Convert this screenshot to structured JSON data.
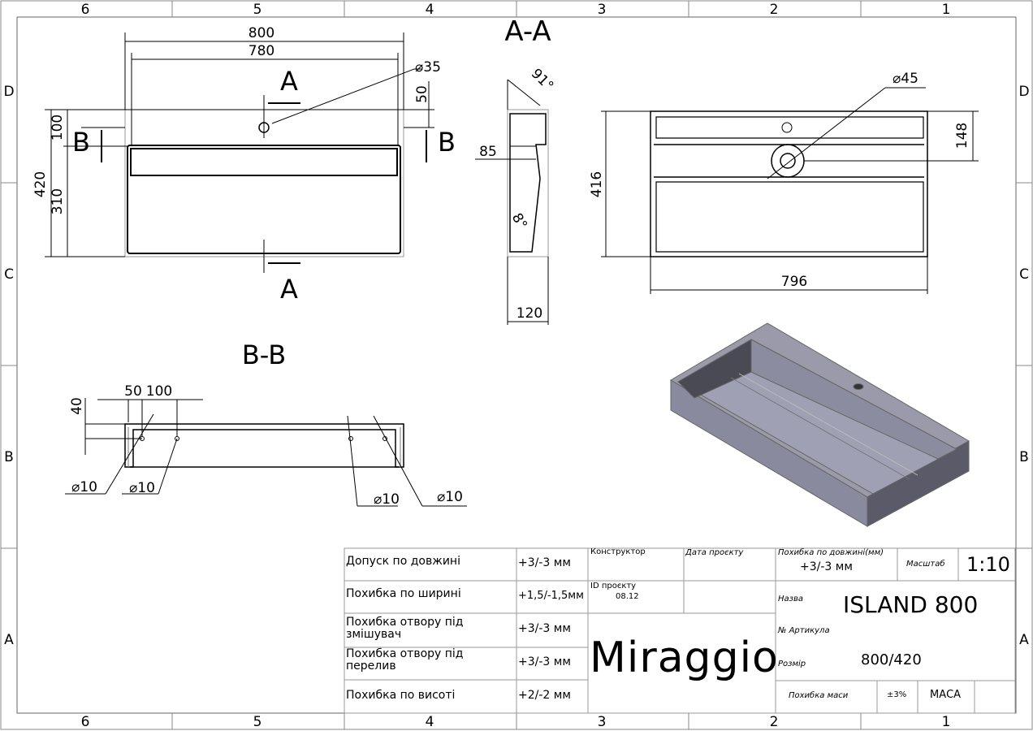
{
  "zones": {
    "cols": [
      "6",
      "5",
      "4",
      "3",
      "2",
      "1"
    ],
    "rows": [
      "D",
      "C",
      "B",
      "A"
    ]
  },
  "views": {
    "section_aa": "A-A",
    "section_bb": "B-B",
    "cut_a_top": "A",
    "cut_a_bottom": "A",
    "cut_b_left": "B",
    "cut_b_right": "B"
  },
  "dims": {
    "front": {
      "w_outer": "800",
      "w_inner": "780",
      "hole": "⌀35",
      "d50": "50",
      "d100": "100",
      "h420": "420",
      "h310": "310"
    },
    "side": {
      "angle_top": "91°",
      "d85": "85",
      "angle_bottom": "8°",
      "w120": "120"
    },
    "top": {
      "drain": "⌀45",
      "h416": "416",
      "d148": "148",
      "w796": "796"
    },
    "bb": {
      "d40": "40",
      "d50": "50",
      "d100": "100",
      "holes": [
        "⌀10",
        "⌀10",
        "⌀10",
        "⌀10"
      ]
    }
  },
  "title_block": {
    "tolerances": [
      {
        "label": "Допуск по довжині",
        "value": "+3/-3 мм"
      },
      {
        "label": "Похибка по ширині",
        "value": "+1,5/-1,5мм"
      },
      {
        "label": "Похибка отвору під змішувач",
        "value": "+3/-3 мм"
      },
      {
        "label": "Похибка отвору під перелив",
        "value": "+3/-3 мм"
      },
      {
        "label": "Похибка по висоті",
        "value": "+2/-2 мм"
      }
    ],
    "designer_label": "Конструктор",
    "date_label": "Дата проєкту",
    "project_id_label": "ID проєкту",
    "project_id": "08.12",
    "brand": "Miraggio",
    "length_tol_label": "Похибка по довжині(мм)",
    "length_tol": "+3/-3 мм",
    "scale_label": "Масштаб",
    "scale": "1:10",
    "name_label": "Назва",
    "name": "ISLAND 800",
    "article_label": "№ Артикула",
    "size_label": "Розмір",
    "size": "800/420",
    "mass_tol_label": "Похибка маси",
    "mass_tol": "±3%",
    "mass_label": "МАСА"
  }
}
